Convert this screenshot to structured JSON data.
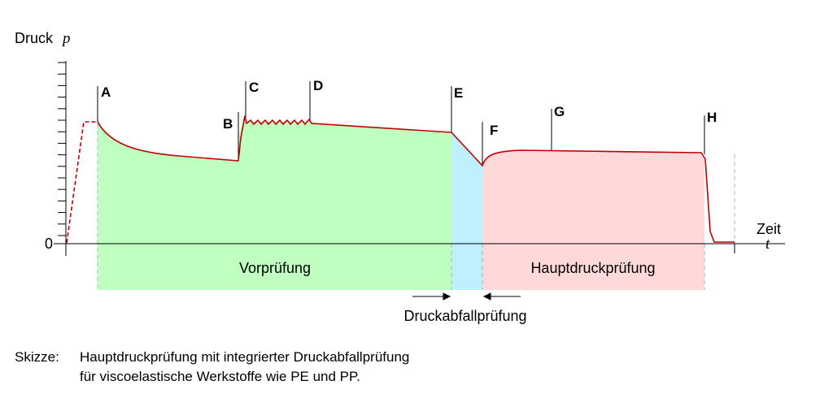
{
  "axes": {
    "y_label": "Druck",
    "y_symbol": "p",
    "origin": "0",
    "x_label": "Zeit",
    "x_symbol": "t"
  },
  "points": [
    "A",
    "B",
    "C",
    "D",
    "E",
    "F",
    "G",
    "H"
  ],
  "phases": {
    "vorpruefung": "Vorprüfung",
    "druckabfall": "Druckabfallprüfung",
    "hauptdruck": "Hauptdruckprüfung"
  },
  "caption": {
    "key": "Skizze:",
    "line1": "Hauptdruckprüfung mit integrierter Druckabfallprüfung",
    "line2": "für viscoelastische Werkstoffe wie PE und PP."
  },
  "colors": {
    "curve": "#c00000",
    "vorpruefung_fill": "#bfffbf",
    "druckabfall_fill": "#bff0ff",
    "hauptdruck_fill": "#ffd9d9",
    "axis": "#000000",
    "guide": "#b0b0b0"
  }
}
